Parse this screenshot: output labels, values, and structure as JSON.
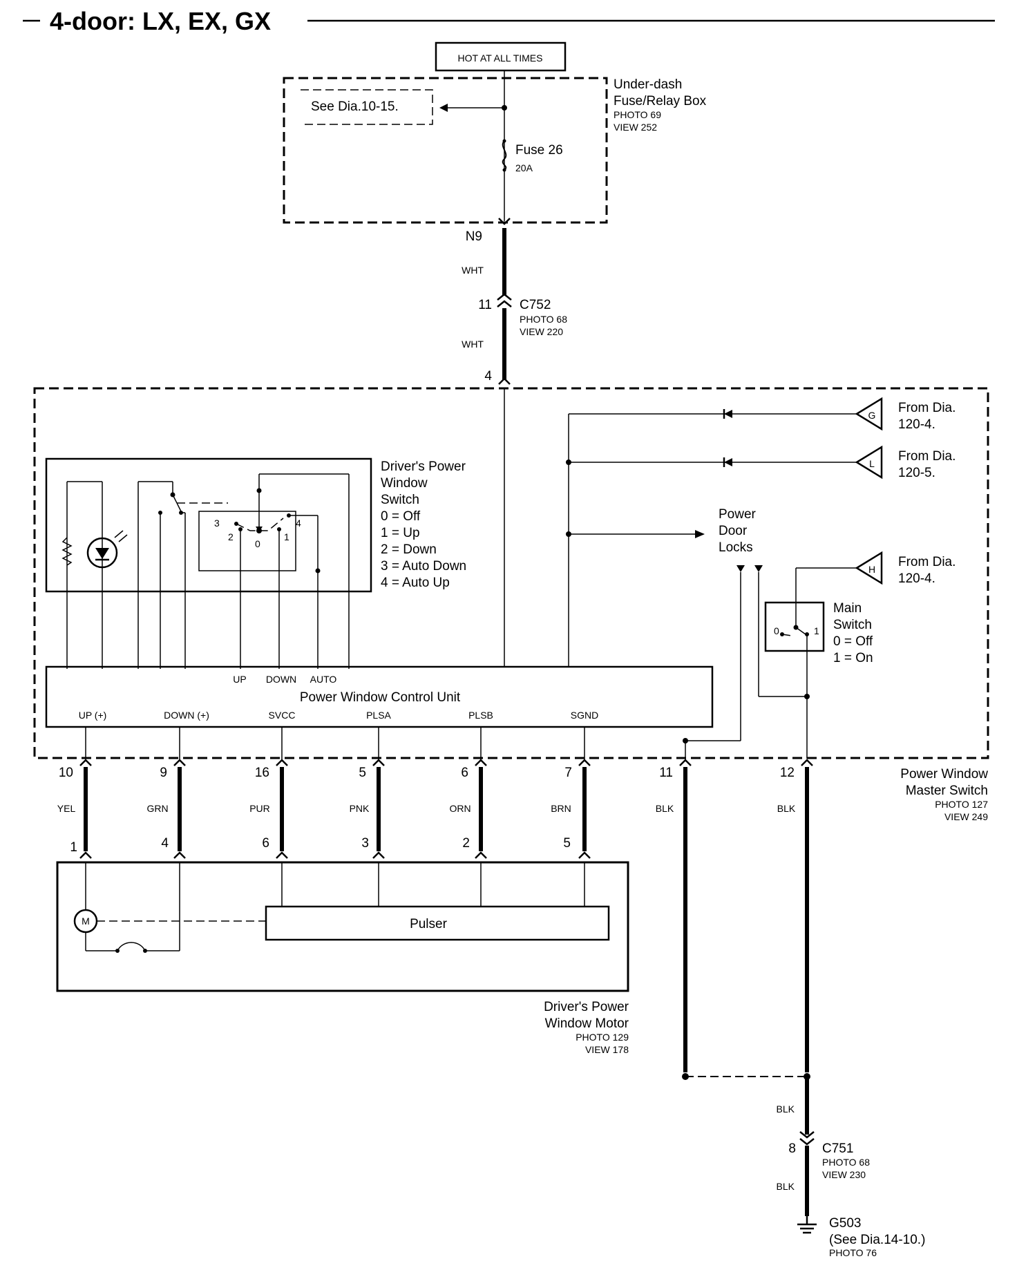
{
  "title": "4-door: LX, EX, GX",
  "hot_label": "HOT AT ALL TIMES",
  "fuse_box": {
    "line1": "Under-dash",
    "line2": "Fuse/Relay Box",
    "photo": "PHOTO 69",
    "view": "VIEW 252",
    "see_ref": "See Dia.10-15.",
    "fuse_name": "Fuse 26",
    "fuse_rating": "20A"
  },
  "c752": {
    "top_pin": "N9",
    "wire1": "WHT",
    "pin": "11",
    "name": "C752",
    "photo": "PHOTO 68",
    "view": "VIEW 220",
    "wire2": "WHT",
    "bottom_pin": "4"
  },
  "inputs": [
    {
      "from": "From Dia.",
      "ref": "120-4.",
      "tag": "G"
    },
    {
      "from": "From Dia.",
      "ref": "120-5.",
      "tag": "L"
    },
    {
      "from": "From Dia.",
      "ref": "120-4.",
      "tag": "H"
    }
  ],
  "power_door_locks": [
    "Power",
    "Door",
    "Locks"
  ],
  "driver_switch": {
    "lines": [
      "Driver's Power",
      "Window",
      "Switch",
      "0 = Off",
      "1 = Up",
      "2 = Down",
      "3 = Auto Down",
      "4 = Auto Up"
    ],
    "positions": [
      "3",
      "2",
      "0",
      "1",
      "4"
    ]
  },
  "main_switch": {
    "lines": [
      "Main",
      "Switch",
      "0 = Off",
      "1 = On"
    ],
    "pos0": "0",
    "pos1": "1"
  },
  "control_unit": {
    "name": "Power Window Control Unit",
    "inputs": [
      "UP",
      "DOWN",
      "AUTO"
    ],
    "terminals": [
      "UP (+)",
      "DOWN (+)",
      "SVCC",
      "PLSA",
      "PLSB",
      "SGND"
    ]
  },
  "master_switch": {
    "line1": "Power Window",
    "line2": "Master Switch",
    "photo": "PHOTO 127",
    "view": "VIEW 249"
  },
  "wires": [
    {
      "pin": "10",
      "color": "YEL",
      "motor_pin": "1"
    },
    {
      "pin": "9",
      "color": "GRN",
      "motor_pin": "4"
    },
    {
      "pin": "16",
      "color": "PUR",
      "motor_pin": "6"
    },
    {
      "pin": "5",
      "color": "PNK",
      "motor_pin": "3"
    },
    {
      "pin": "6",
      "color": "ORN",
      "motor_pin": "2"
    },
    {
      "pin": "7",
      "color": "BRN",
      "motor_pin": "5"
    },
    {
      "pin": "11",
      "color": "BLK"
    },
    {
      "pin": "12",
      "color": "BLK"
    }
  ],
  "motor": {
    "pulser": "Pulser",
    "motor_symbol": "M",
    "line1": "Driver's Power",
    "line2": "Window Motor",
    "photo": "PHOTO 129",
    "view": "VIEW 178"
  },
  "ground": {
    "wire1": "BLK",
    "pin": "8",
    "connector": "C751",
    "photo": "PHOTO 68",
    "view": "VIEW 230",
    "wire2": "BLK",
    "name": "G503",
    "see_ref": "(See Dia.14-10.)",
    "photo2": "PHOTO 76"
  }
}
